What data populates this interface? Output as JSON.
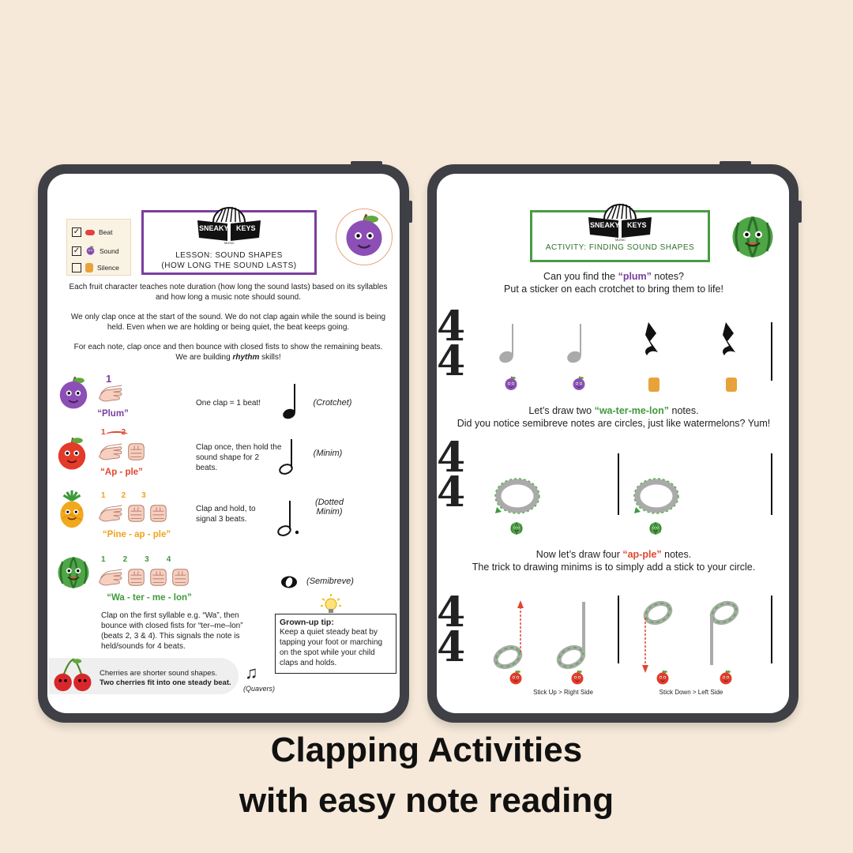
{
  "caption": {
    "line1": "Clapping Activities",
    "line2": "with easy note reading"
  },
  "brand": {
    "word1": "SNEAKY",
    "word2": "KEYS",
    "sub": "MUSIC"
  },
  "lesson": {
    "checklist": [
      "Beat",
      "Sound",
      "Silence"
    ],
    "title_line1": "LESSON: SOUND SHAPES",
    "title_line2": "(HOW LONG THE SOUND LASTS)",
    "intro": [
      "Each fruit character teaches note duration (how long the sound lasts) based on its syllables and how long a music note should sound.",
      "We only clap once at the start of the sound. We do not clap again while the sound is being held. Even when we are holding or being quiet, the beat keeps going.",
      "For each note, clap once and then bounce with closed fists to show the remaining beats. We are building"
    ],
    "intro_em": "rhythm",
    "intro_tail": "skills!",
    "rows": [
      {
        "label": "“Plum”",
        "color": "#7a3e9e",
        "desc": "One clap = 1 beat!",
        "note": "(Crotchet)",
        "counts": [
          "1"
        ]
      },
      {
        "label": "“Ap - ple”",
        "color": "#e0472e",
        "desc": "Clap once, then hold the sound shape for 2 beats.",
        "note": "(Minim)",
        "counts": [
          "1",
          "2"
        ]
      },
      {
        "label": "“Pine - ap - ple”",
        "color": "#f0a21a",
        "desc": "Clap and hold, to signal 3 beats.",
        "note": "(Dotted Minim)",
        "counts": [
          "1",
          "2",
          "3"
        ]
      },
      {
        "label": "“Wa - ter - me - lon”",
        "color": "#3f9a3c",
        "desc": "",
        "note": "(Semibreve)",
        "counts": [
          "1",
          "2",
          "3",
          "4"
        ]
      }
    ],
    "water_desc": "Clap on the first syllable e.g. “Wa”, then bounce with closed fists for “ter–me–lon” (beats 2, 3 & 4). This signals the note is held/sounds for 4 beats.",
    "tip_title": "Grown-up tip:",
    "tip_body": "Keep a quiet steady beat by tapping your foot or marching on the spot while your child claps and holds.",
    "cherries_line1": "Cherries are shorter sound shapes.",
    "cherries_line2": "Two cherries fit into one steady beat.",
    "quavers": "(Quavers)"
  },
  "activity": {
    "title": "ACTIVITY: FINDING SOUND SHAPES",
    "q1_pre": "Can you find the ",
    "q1_em": "“plum”",
    "q1_post": " notes?",
    "q1_line2": "Put a sticker on each crotchet to bring them to life!",
    "q2_pre": "Let’s draw two ",
    "q2_em": "“wa-ter-me-lon”",
    "q2_post": " notes.",
    "q2_line2": "Did you notice semibreve notes are circles, just like watermelons? Yum!",
    "q3_pre": "Now let’s draw four ",
    "q3_em": "“ap-ple”",
    "q3_post": " notes.",
    "q3_line2": "The trick to drawing minims is to simply add a stick to your circle.",
    "time_sig": "4",
    "hint_left": "Stick Up > Right  Side",
    "hint_right": "Stick Down > Left  Side"
  },
  "colors": {
    "plum": "#7a3e9e",
    "apple": "#e0472e",
    "pineapple": "#f0a21a",
    "watermelon": "#3f9a3c",
    "lesson_border": "#7a3e9e",
    "activity_border": "#4a9a44"
  }
}
